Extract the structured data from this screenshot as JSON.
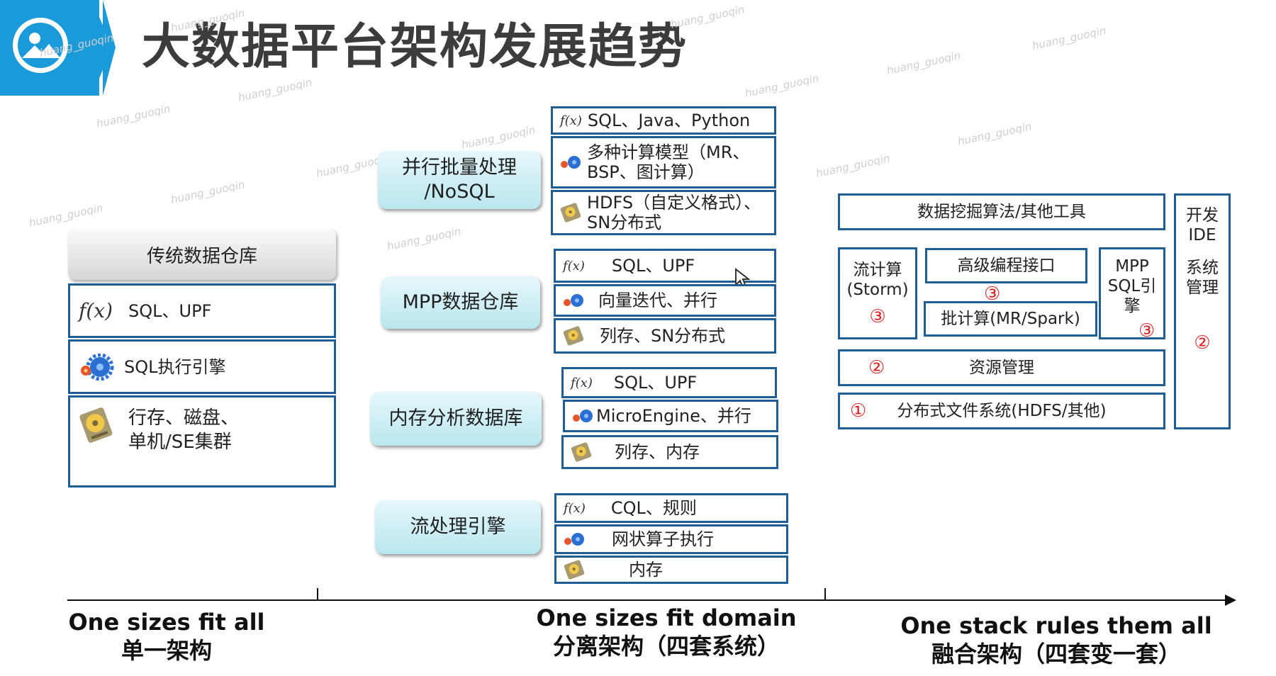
{
  "title": "大数据平台架构发展趋势",
  "watermark": "huang_guoqin",
  "traditional": {
    "header": "传统数据仓库",
    "fx_symbol": "f(x)",
    "row1": "SQL、UPF",
    "row2": "SQL执行引擎",
    "row3_line1": "行存、磁盘、",
    "row3_line2": "单机/SE集群"
  },
  "domain": {
    "fx_symbol": "f(x)",
    "groups": [
      {
        "label_line1": "并行批量处理",
        "label_line2": "/NoSQL",
        "r1": "SQL、Java、Python",
        "r2_line1": "多种计算模型（MR、",
        "r2_line2": "BSP、图计算）",
        "r3_line1": "HDFS（自定义格式）、",
        "r3_line2": "SN分布式"
      },
      {
        "label_line1": "MPP数据仓库",
        "label_line2": "",
        "r1": "SQL、UPF",
        "r2_line1": "向量迭代、并行",
        "r2_line2": "",
        "r3_line1": "列存、SN分布式",
        "r3_line2": ""
      },
      {
        "label_line1": "内存分析数据库",
        "label_line2": "",
        "r1": "SQL、UPF",
        "r2_line1": "MicroEngine、并行",
        "r2_line2": "",
        "r3_line1": "列存、内存",
        "r3_line2": ""
      },
      {
        "label_line1": "流处理引擎",
        "label_line2": "",
        "r1": "CQL、规则",
        "r2_line1": "网状算子执行",
        "r2_line2": "",
        "r3_line1": "内存",
        "r3_line2": ""
      }
    ]
  },
  "unified": {
    "mining": "数据挖掘算法/其他工具",
    "stream_line1": "流计算",
    "stream_line2": "(Storm)",
    "high_api": "高级编程接口",
    "batch": "批计算(MR/Spark)",
    "mpp_line1": "MPP",
    "mpp_line2": "SQL引",
    "mpp_line3": "擎",
    "resource": "资源管理",
    "dfs": "分布式文件系统(HDFS/其他)",
    "ide_line1": "开发",
    "ide_line2": "IDE",
    "ide_line3": "系统",
    "ide_line4": "管理",
    "c1": "①",
    "c2": "②",
    "c3": "③"
  },
  "axis": {
    "left_line1": "One sizes fit all",
    "left_line2": "单一架构",
    "mid_line1": "One sizes fit domain",
    "mid_line2": "分离架构（四套系统）",
    "right_line1": "One stack rules them all",
    "right_line2": "融合架构（四套变一套）"
  },
  "colors": {
    "accent_blue": "#1a9ad9",
    "box_border": "#1f5d95",
    "circled_number": "#e02020"
  }
}
